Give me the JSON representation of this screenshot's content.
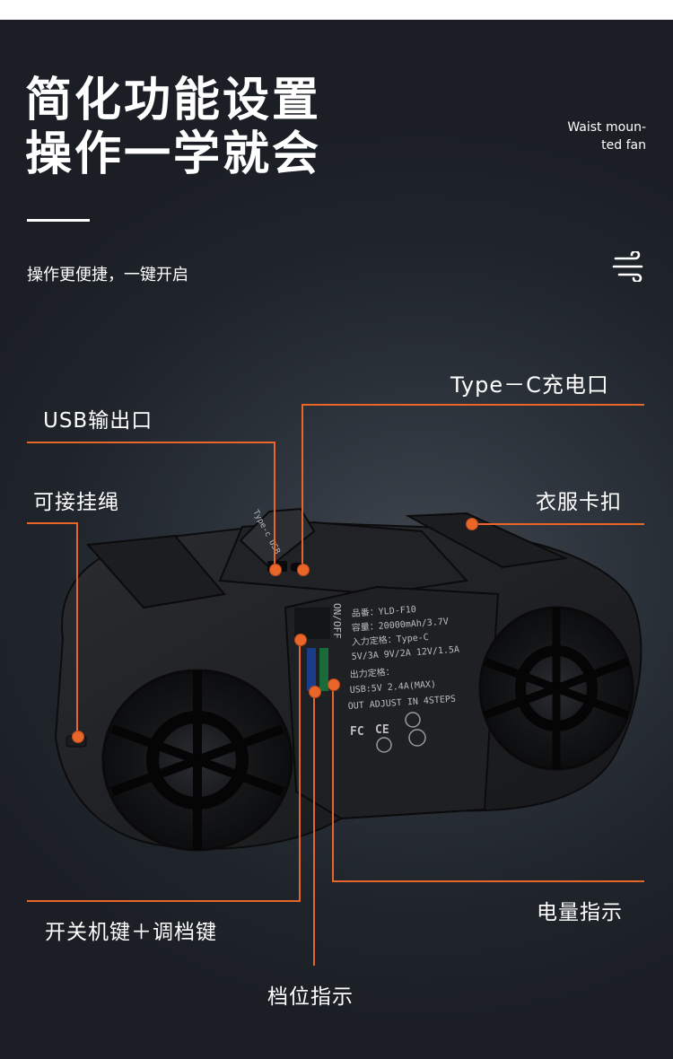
{
  "headline": {
    "line1": "简化功能设置",
    "line2": "操作一学就会"
  },
  "subtitle": "操作更便捷，一键开启",
  "tag": {
    "line1": "Waist moun-",
    "line2": "ted fan"
  },
  "callouts": {
    "type_c": "Type－C充电口",
    "usb": "USB输出口",
    "lanyard": "可接挂绳",
    "clip": "衣服卡扣",
    "power_btn": "开关机键＋调档键",
    "battery": "电量指示",
    "gear": "档位指示"
  },
  "device_label": {
    "onoff": "ON/OFF",
    "model": "品番：YLD-F10",
    "capacity": "容量：20000mAh/3.7V",
    "input_title": "入力定格：Type-C",
    "input_values": "5V/3A 9V/2A 12V/1.5A",
    "output_title": "出力定格：",
    "output_values": "USB:5V 2.4A(MAX)",
    "adjust": "OUT ADJUST IN 4STEPS",
    "cert_fc": "FC",
    "cert_ce": "CE",
    "port_label": "Type-c USB"
  },
  "colors": {
    "accent": "#e8662a",
    "text": "#ffffff"
  }
}
